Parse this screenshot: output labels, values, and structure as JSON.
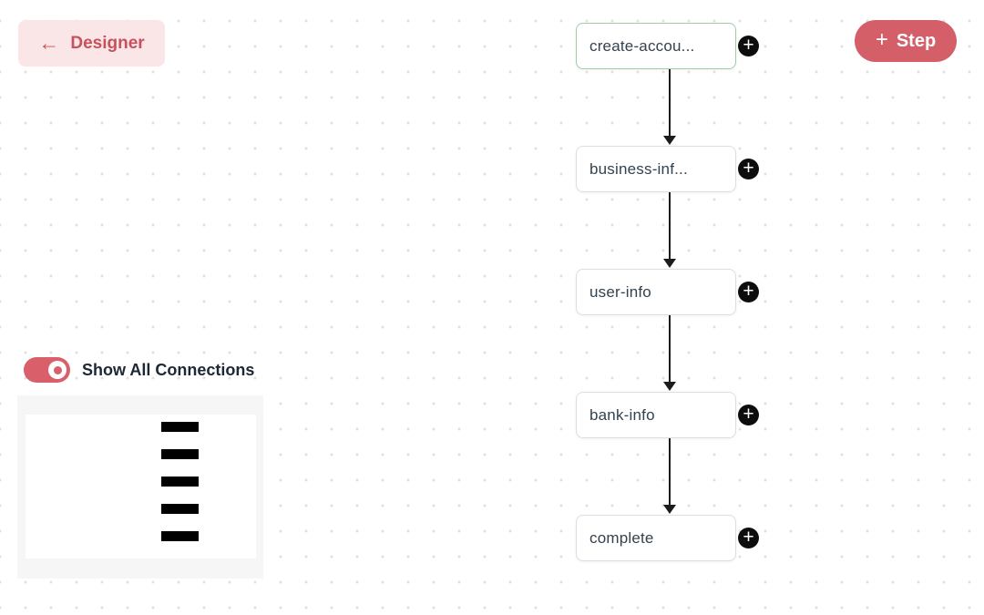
{
  "header": {
    "back_button": {
      "label": "Designer"
    },
    "step_button": {
      "label": "Step"
    }
  },
  "icons": {
    "back_arrow": "←",
    "plus": "+"
  },
  "flow": {
    "nodes": [
      {
        "label": "create-accou...",
        "selected": true
      },
      {
        "label": "business-inf...",
        "selected": false
      },
      {
        "label": "user-info",
        "selected": false
      },
      {
        "label": "bank-info",
        "selected": false
      },
      {
        "label": "complete",
        "selected": false
      }
    ],
    "edge_count": 4
  },
  "controls": {
    "show_all_connections": {
      "label": "Show All Connections",
      "state": "on"
    }
  },
  "minimap": {
    "node_bar_count": 5
  },
  "colors": {
    "accent_rose": "#d45f68",
    "accent_rose_light": "#fae6e6",
    "back_text": "#c7515c",
    "selected_node_border": "#9ccfa7",
    "node_border": "#dedede",
    "node_text": "#33424f",
    "edge": "#1c1c1c",
    "plus_button_bg": "#0d0d0d",
    "minimap_bg": "#f6f6f6",
    "minimap_bar": "#000000",
    "canvas_dot": "#e1e1e1"
  }
}
